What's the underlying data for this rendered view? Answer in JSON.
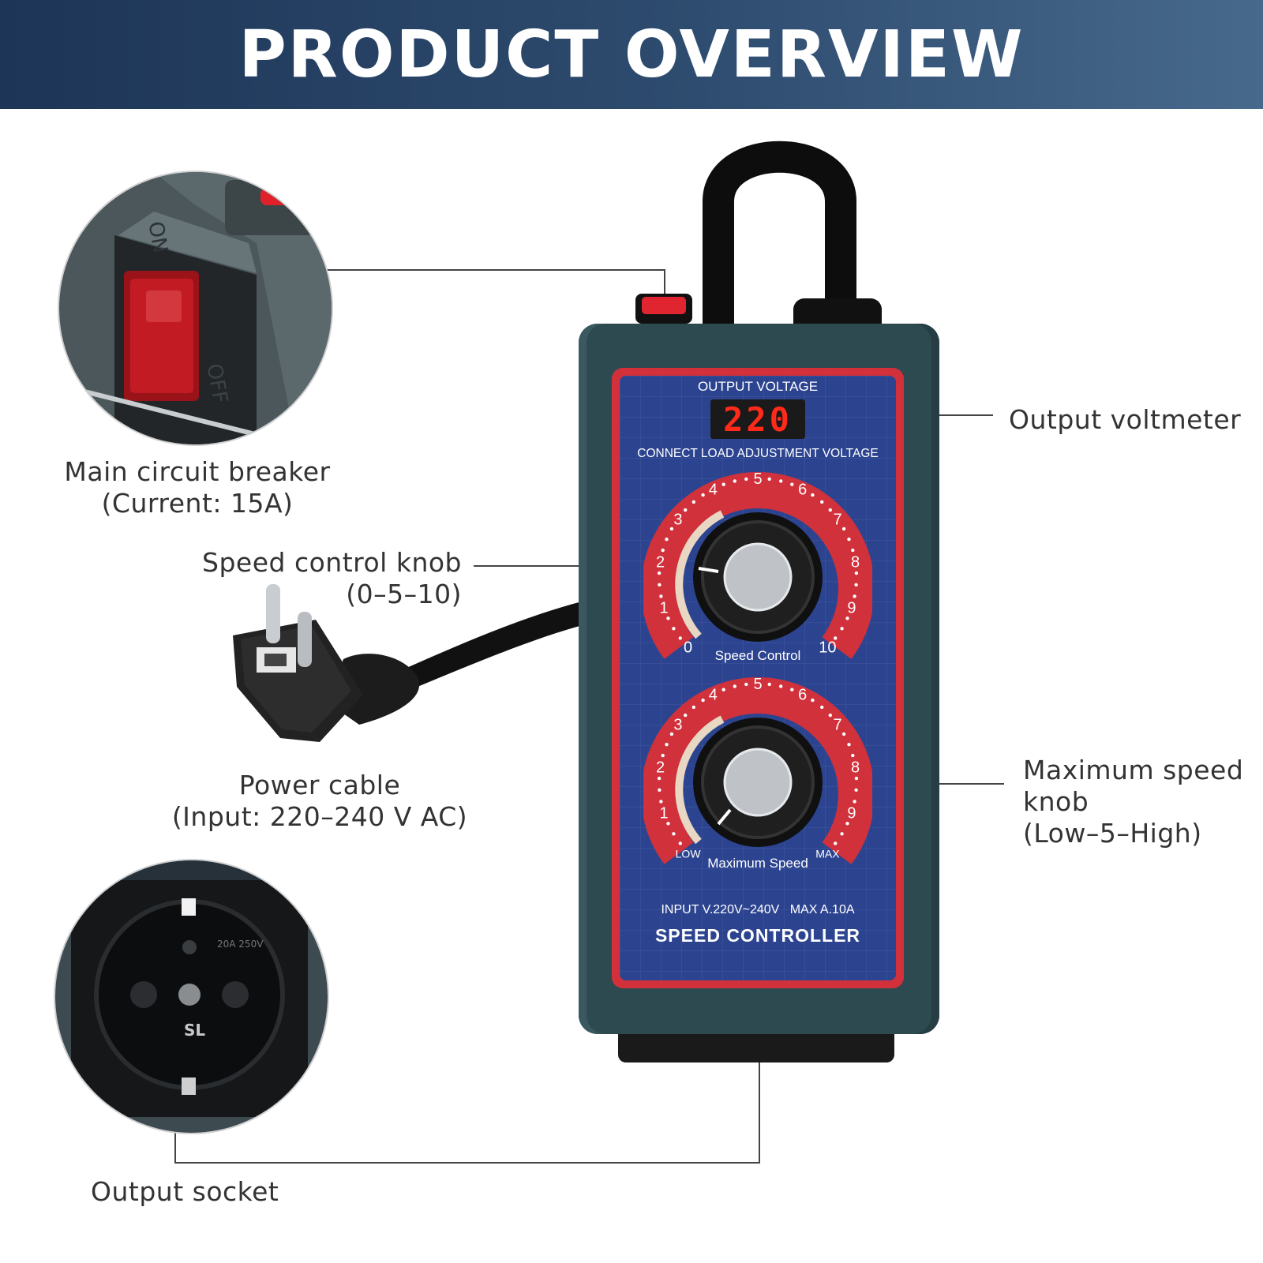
{
  "header": {
    "title": "PRODUCT OVERVIEW"
  },
  "callouts": {
    "breaker": {
      "line1": "Main circuit breaker",
      "line2": "(Current: 15A)"
    },
    "speed_knob": {
      "line1": "Speed control knob",
      "line2": "(0–5–10)"
    },
    "power_cable": {
      "line1": "Power cable",
      "line2": "(Input: 220–240 V AC)"
    },
    "output_socket": {
      "line1": "Output socket"
    },
    "voltmeter": {
      "line1": "Output voltmeter"
    },
    "max_knob": {
      "line1": "Maximum speed",
      "line2": "knob",
      "line3": "(Low–5–High)"
    }
  },
  "device": {
    "display_caption": "OUTPUT VOLTAGE",
    "display_value": "220",
    "adjust_caption": "CONNECT LOAD ADJUSTMENT VOLTAGE",
    "dial1_caption": "Speed Control",
    "dial1_scale": [
      "0",
      "1",
      "2",
      "3",
      "4",
      "5",
      "6",
      "7",
      "8",
      "9",
      "10"
    ],
    "dial2_caption": "Maximum Speed",
    "dial2_scale": [
      "LOW",
      "1",
      "2",
      "3",
      "4",
      "5",
      "6",
      "7",
      "8",
      "9",
      "MAX"
    ],
    "rating": "INPUT V.220V~240V   MAX A.10A",
    "name": "SPEED CONTROLLER",
    "switch_on": "ON",
    "switch_off": "OFF",
    "socket_mark": "SL",
    "socket_rating": "20A 250V"
  },
  "colors": {
    "header_dark": "#1d3557",
    "body_green": "#2f4a52",
    "panel_blue": "#2d4592",
    "panel_red": "#d0313b",
    "display_red": "#ff2a1a"
  }
}
